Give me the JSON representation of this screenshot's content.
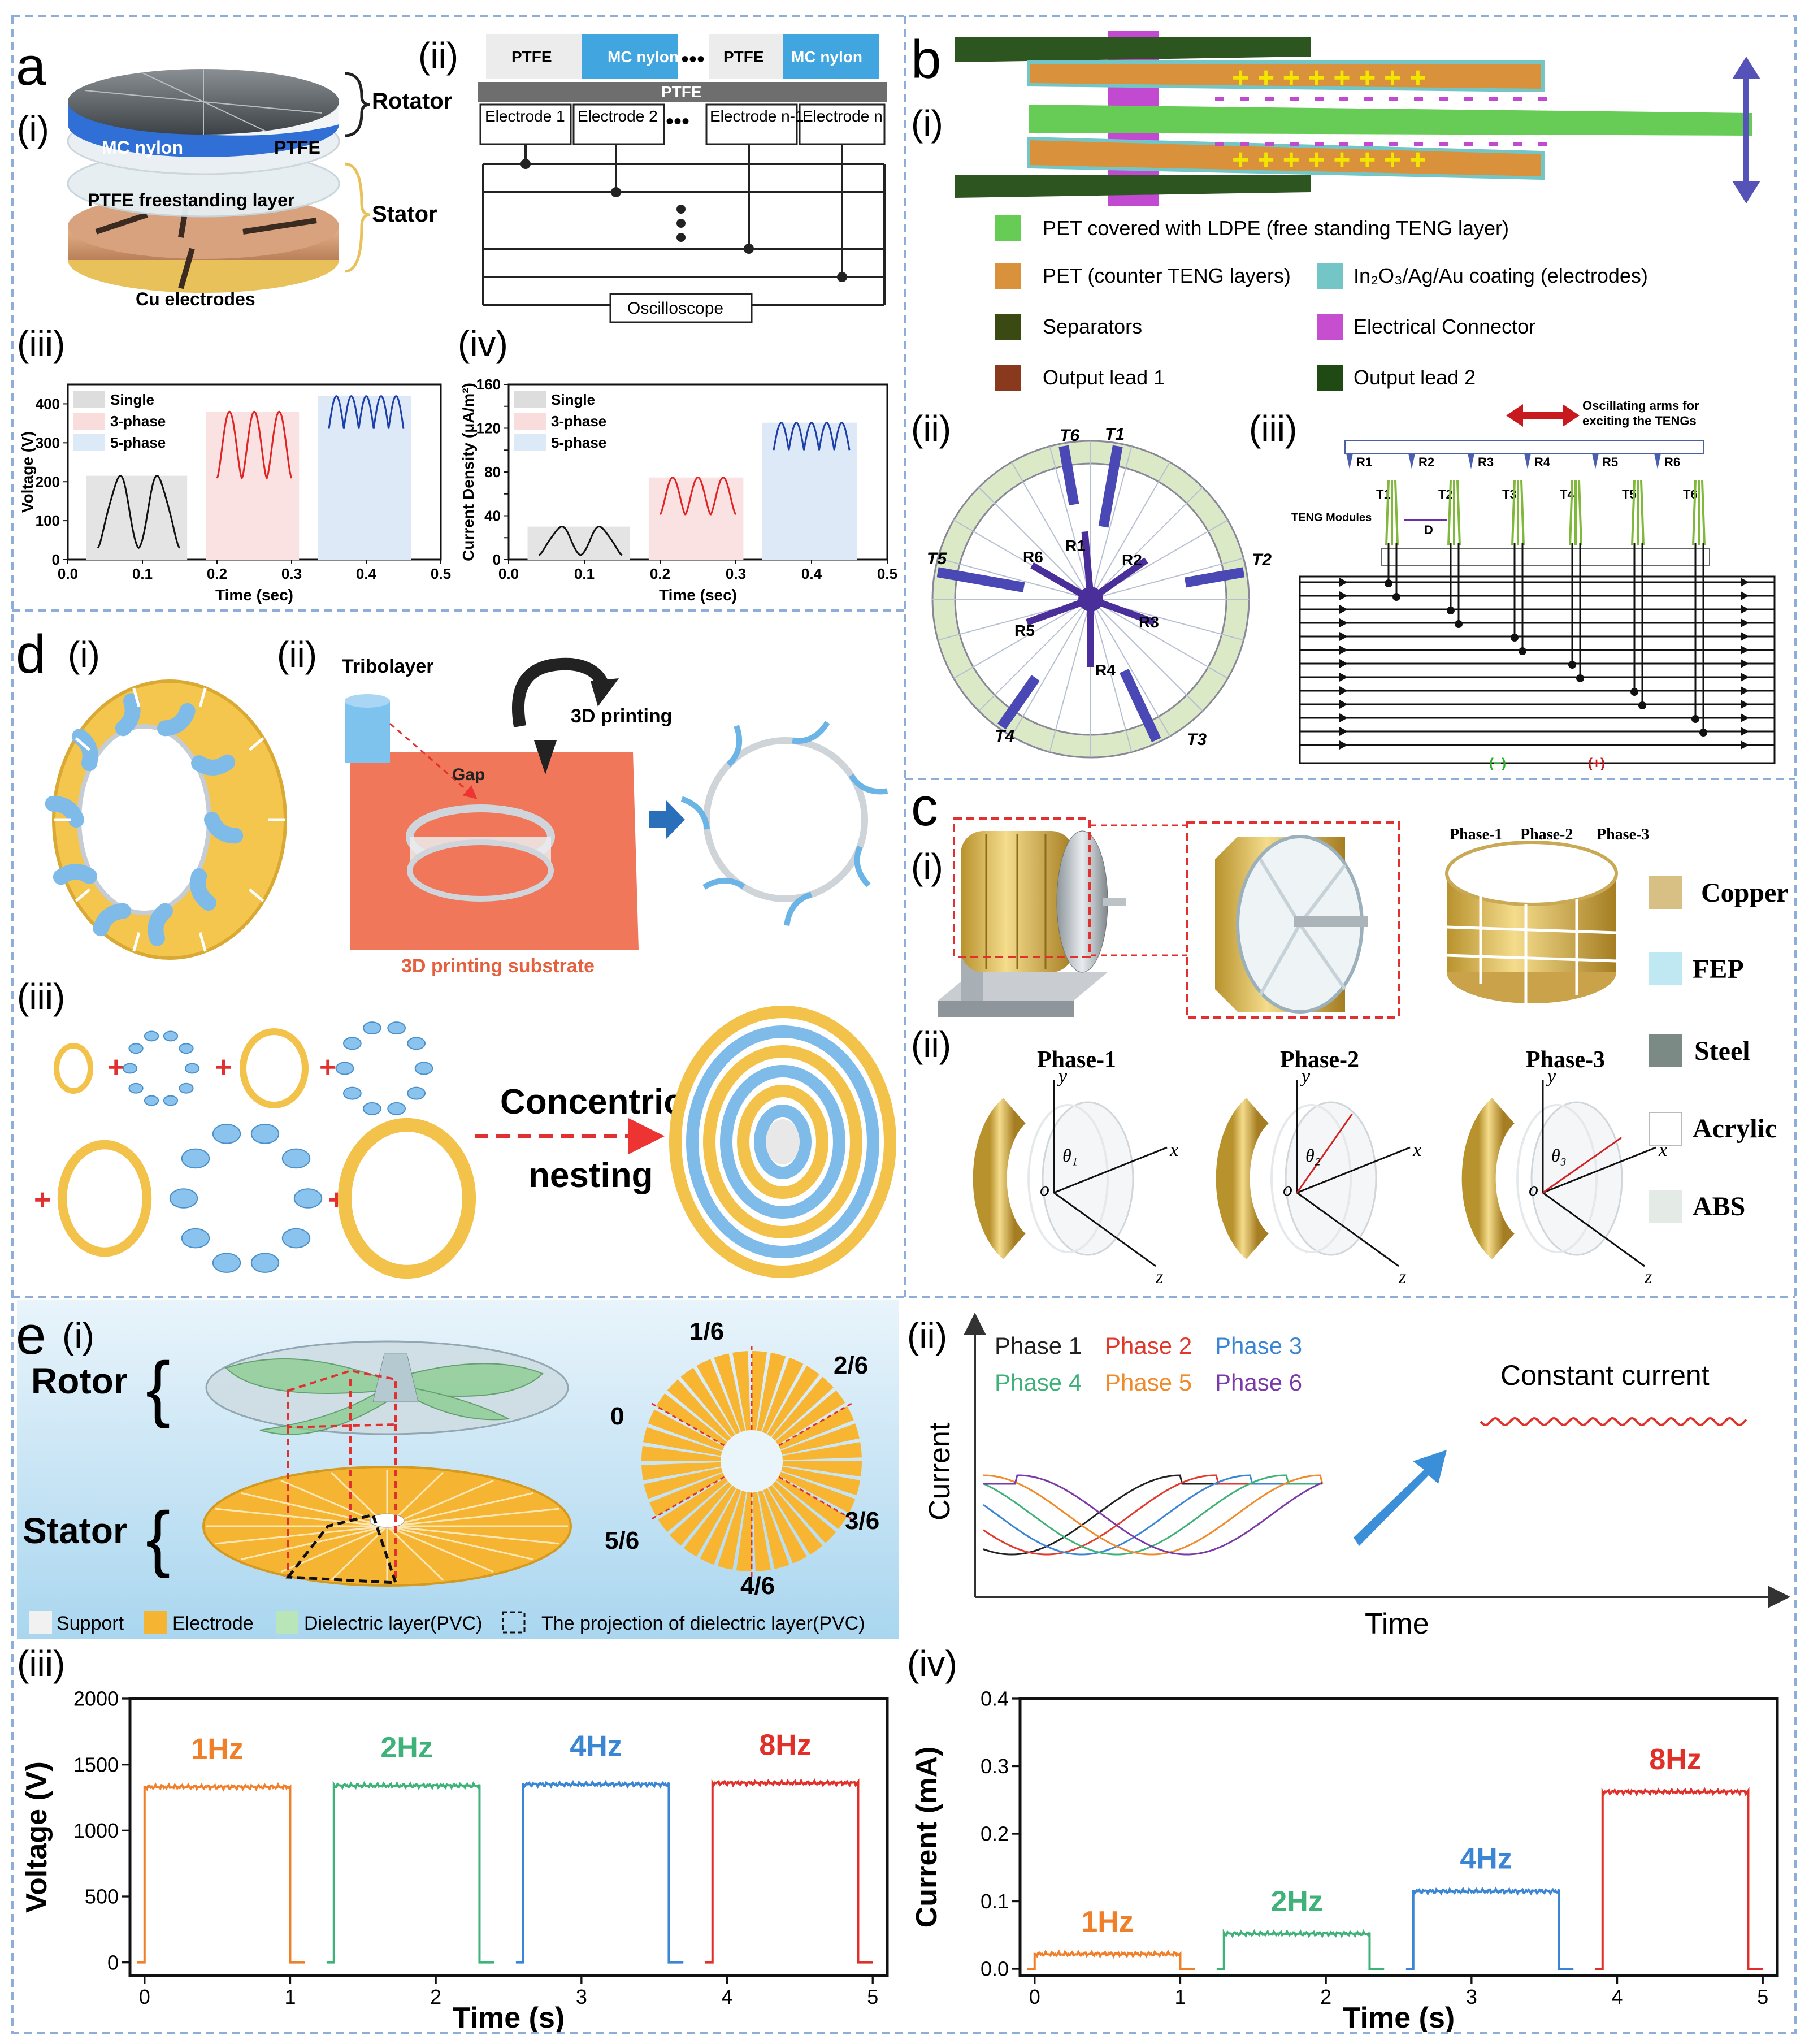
{
  "panels": {
    "a": {
      "letter": "a",
      "sub": [
        "(i)",
        "(ii)",
        "(iii)",
        "(iv)"
      ],
      "disc": {
        "rotator": "Rotator",
        "stator": "Stator",
        "mc_nylon": "MC nylon",
        "ptfe": "PTFE",
        "freestanding": "PTFE freestanding layer",
        "cu": "Cu electrodes"
      },
      "circuit": {
        "top_cells": [
          "PTFE",
          "MC nylon",
          "PTFE",
          "MC nylon"
        ],
        "dots": "•••",
        "ptfe_bar": "PTFE",
        "electrodes": [
          "Electrode 1",
          "Electrode 2",
          "Electrode n-1",
          "Electrode n"
        ],
        "osc": "Oscilloscope"
      }
    },
    "b": {
      "letter": "b",
      "sub": [
        "(i)",
        "(ii)",
        "(iii)"
      ],
      "legend": [
        "PET covered with LDPE (free standing TENG layer)",
        "PET (counter TENG layers)",
        "In₂O₃/Ag/Au coating (electrodes)",
        "Separators",
        "Electrical Connector",
        "Output lead 1",
        "Output lead 2"
      ],
      "legend_colors": [
        "#66cc55",
        "#d9913c",
        "#74c6c6",
        "#3b4a12",
        "#c64fd0",
        "#8a3a1c",
        "#1f4a14"
      ],
      "polar": {
        "t": [
          "T1",
          "T2",
          "T3",
          "T4",
          "T5",
          "T6"
        ],
        "r": [
          "R1",
          "R2",
          "R3",
          "R4",
          "R5",
          "R6"
        ]
      },
      "arms": {
        "title": "Oscillating arms for exciting the TENGs",
        "modules": "TENG Modules",
        "gap": "D",
        "minus": "(−)",
        "plus": "(+)"
      }
    },
    "c": {
      "letter": "c",
      "sub": [
        "(i)",
        "(ii)"
      ],
      "phases_small": [
        "Phase-1",
        "Phase-2",
        "Phase-3"
      ],
      "legend": [
        "Copper",
        "FEP",
        "Steel",
        "Acrylic",
        "ABS"
      ],
      "legend_colors": [
        "#d8bf84",
        "#bfe8f2",
        "#7c8a86",
        "#ffffff",
        "#e4ebe6"
      ],
      "phases": [
        "Phase-1",
        "Phase-2",
        "Phase-3"
      ],
      "axes": {
        "y": "y",
        "x": "x",
        "z": "z",
        "o": "o",
        "thetas": [
          "θ₁",
          "θ₂",
          "θ₃"
        ]
      }
    },
    "d": {
      "letter": "d",
      "sub": [
        "(i)",
        "(ii)",
        "(iii)"
      ],
      "tribolayer": "Tribolayer",
      "print": "3D printing",
      "gap": "Gap",
      "substrate": "3D printing substrate",
      "concentric": "Concentric",
      "nesting": "nesting",
      "plus": "+"
    },
    "e": {
      "letter": "e",
      "sub": [
        "(i)",
        "(ii)",
        "(iii)",
        "(iv)"
      ],
      "rotor": "Rotor",
      "stator": "Stator",
      "brace": "{",
      "fractions": [
        "1/6",
        "2/6",
        "0",
        "3/6",
        "5/6",
        "4/6"
      ],
      "legend": [
        "Support",
        "Electrode",
        "Dielectric layer(PVC)",
        "The projection of dielectric layer(PVC)"
      ],
      "phase_labels": [
        "Phase 1",
        "Phase 2",
        "Phase 3",
        "Phase 4",
        "Phase 5",
        "Phase 6"
      ],
      "phase_colors": [
        "#222222",
        "#e0392e",
        "#3a86d4",
        "#3fb27a",
        "#f08a2a",
        "#7a3aa8"
      ],
      "constant": "Constant current",
      "ylabel": "Current",
      "xlabel": "Time"
    }
  },
  "colors": {
    "dash": "#8eaed8",
    "copper": "#f3b532",
    "blue_layer": "#2f6fd6"
  },
  "chart_data": [
    {
      "id": "a-iii",
      "type": "line",
      "xlabel": "Time (sec)",
      "ylabel": "Voltage (V)",
      "xlim": [
        0,
        0.5
      ],
      "ylim": [
        0,
        450
      ],
      "xticks": [
        0.0,
        0.1,
        0.2,
        0.3,
        0.4,
        0.5
      ],
      "yticks": [
        0,
        100,
        200,
        300,
        400
      ],
      "legend": [
        "Single",
        "3-phase",
        "5-phase"
      ],
      "legend_colors": [
        "#aaaaaa",
        "#f0a8a8",
        "#a8c8ec"
      ],
      "series": [
        {
          "name": "Single",
          "color": "#111111",
          "fill": "#e4e4e4",
          "peak": 200,
          "x0": 0.04,
          "x1": 0.15,
          "peaks": 2
        },
        {
          "name": "3-phase",
          "color": "#e02424",
          "fill": "#fbe2e2",
          "peak": 380,
          "x0": 0.2,
          "x1": 0.3,
          "peaks": 3
        },
        {
          "name": "5-phase",
          "color": "#1f3fa8",
          "fill": "#dde9f7",
          "peak": 420,
          "x0": 0.35,
          "x1": 0.45,
          "peaks": 5
        }
      ]
    },
    {
      "id": "a-iv",
      "type": "line",
      "xlabel": "Time (sec)",
      "ylabel": "Current Density (μA/m²)",
      "xlim": [
        0,
        0.5
      ],
      "ylim": [
        0,
        160
      ],
      "xticks": [
        0.0,
        0.1,
        0.2,
        0.3,
        0.4,
        0.5
      ],
      "yticks": [
        0,
        20,
        40,
        60,
        80,
        100,
        120,
        140,
        160
      ],
      "ytick_labels": [
        "0",
        "",
        "40",
        "",
        "80",
        "",
        "120",
        "",
        "160"
      ],
      "legend": [
        "Single",
        "3-phase",
        "5-phase"
      ],
      "legend_colors": [
        "#aaaaaa",
        "#f0a8a8",
        "#a8c8ec"
      ],
      "series": [
        {
          "name": "Single",
          "color": "#111111",
          "fill": "#e4e4e4",
          "peak": 28,
          "x0": 0.04,
          "x1": 0.15,
          "peaks": 2
        },
        {
          "name": "3-phase",
          "color": "#e02424",
          "fill": "#fbe2e2",
          "peak": 75,
          "x0": 0.2,
          "x1": 0.3,
          "peaks": 3
        },
        {
          "name": "5-phase",
          "color": "#1f3fa8",
          "fill": "#dde9f7",
          "peak": 125,
          "x0": 0.35,
          "x1": 0.45,
          "peaks": 5
        }
      ]
    },
    {
      "id": "e-iii",
      "type": "line",
      "xlabel": "Time (s)",
      "ylabel": "Voltage (V)",
      "xlim": [
        -0.1,
        5.1
      ],
      "ylim": [
        -100,
        2000
      ],
      "xticks": [
        0,
        1,
        2,
        3,
        4,
        5
      ],
      "yticks": [
        0,
        500,
        1000,
        1500,
        2000
      ],
      "series": [
        {
          "name": "1Hz",
          "color": "#f07f2a",
          "level": 1330,
          "x0": 0.0,
          "x1": 1.0
        },
        {
          "name": "2Hz",
          "color": "#3fb27a",
          "level": 1340,
          "x0": 1.3,
          "x1": 2.3
        },
        {
          "name": "4Hz",
          "color": "#3a86d4",
          "level": 1350,
          "x0": 2.6,
          "x1": 3.6
        },
        {
          "name": "8Hz",
          "color": "#e0302a",
          "level": 1360,
          "x0": 3.9,
          "x1": 4.9
        }
      ]
    },
    {
      "id": "e-iv",
      "type": "line",
      "xlabel": "Time (s)",
      "ylabel": "Current (mA)",
      "xlim": [
        -0.1,
        5.1
      ],
      "ylim": [
        -0.01,
        0.4
      ],
      "xticks": [
        0,
        1,
        2,
        3,
        4,
        5
      ],
      "yticks": [
        0.0,
        0.1,
        0.2,
        0.3,
        0.4
      ],
      "series": [
        {
          "name": "1Hz",
          "color": "#f07f2a",
          "level": 0.022,
          "x0": 0.0,
          "x1": 1.0
        },
        {
          "name": "2Hz",
          "color": "#3fb27a",
          "level": 0.052,
          "x0": 1.3,
          "x1": 2.3
        },
        {
          "name": "4Hz",
          "color": "#3a86d4",
          "level": 0.115,
          "x0": 2.6,
          "x1": 3.6
        },
        {
          "name": "8Hz",
          "color": "#e0302a",
          "level": 0.262,
          "x0": 3.9,
          "x1": 4.9
        }
      ]
    }
  ]
}
